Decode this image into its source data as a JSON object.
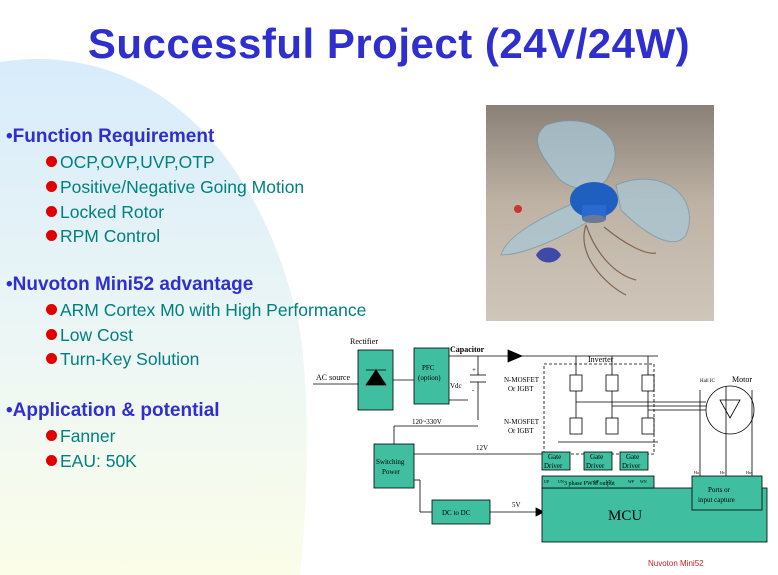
{
  "title": "Successful Project (24V/24W)",
  "sections": [
    {
      "heading": "•Function Requirement",
      "items": [
        "OCP,OVP,UVP,OTP",
        "Positive/Negative Going Motion",
        "Locked Rotor",
        "RPM Control"
      ]
    },
    {
      "heading": "•Nuvoton Mini52 advantage",
      "items": [
        "ARM Cortex M0 with High Performance",
        "Low Cost",
        "Turn-Key Solution"
      ]
    },
    {
      "heading": "•Application & potential",
      "items": [
        "Fanner",
        "EAU: 50K"
      ]
    }
  ],
  "diagram": {
    "rectifier": "Rectifier",
    "ac_source": "AC source",
    "pfc_line1": "PFC",
    "pfc_line2": "(option)",
    "capacitor": "Capacitor",
    "vdc": "Vdc",
    "plus": "+",
    "minus": "-",
    "inverter": "Inverter",
    "nmos1_line1": "N-MOSFET",
    "nmos1_line2": "Or IGBT",
    "nmos2_line1": "N-MOSFET",
    "nmos2_line2": "Or IGBT",
    "v120": "120~330V",
    "v12": "12V",
    "v5": "5V",
    "motor": "Motor",
    "hall": "Hall IC",
    "switching_line1": "Switching",
    "switching_line2": "Power",
    "gate1_line1": "Gate",
    "gate1_line2": "Driver",
    "gate2_line1": "Gate",
    "gate2_line2": "Driver",
    "gate3_line1": "Gate",
    "gate3_line2": "Driver",
    "dcdc": "DC to DC",
    "pwm": "3 phase PWM output",
    "ports_line1": "Ports or",
    "ports_line2": "input capture",
    "mcu": "MCU",
    "pins": [
      "UP",
      "UN",
      "VP",
      "VN",
      "WP",
      "WN"
    ],
    "hall_pins": [
      "Hu",
      "Hv",
      "Hw"
    ],
    "footer": "Nuvoton Mini52"
  },
  "colors": {
    "title": "#2f2fd0",
    "heading": "#2f2fd0",
    "item": "#008080",
    "bullet": "#e00000",
    "block_fill": "#3fbf9f",
    "footer": "#d02020"
  }
}
